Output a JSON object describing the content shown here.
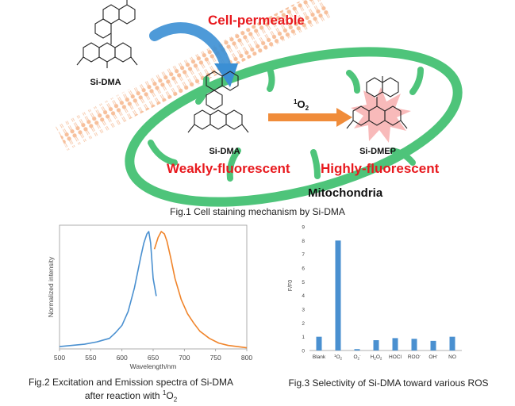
{
  "figure1": {
    "label_cell_permeable": "Cell-permeable",
    "label_weakly": "Weakly-fluorescent",
    "label_highly": "Highly-fluorescent",
    "label_mito": "Mitochondria",
    "reagent_symbol": "1O2",
    "mol_sidma_top": "Si-DMA",
    "mol_sidma_inside": "Si-DMA",
    "mol_sidmep": "Si-DMEP",
    "caption": "Fig.1 Cell staining mechanism by Si-DMA",
    "colors": {
      "red": "#e8191e",
      "green": "#4ec47a",
      "orange": "#f08c3a",
      "membrane": "#f7c8a8",
      "blue_arrow": "#3b8fd4"
    }
  },
  "figure2": {
    "caption_line1": "Fig.2 Excitation and Emission spectra of Si-DMA",
    "caption_line2_prefix": "after reaction with ",
    "caption_line2_sup": "1",
    "caption_line2_rest": "O",
    "caption_line2_sub": "2",
    "chart_data": {
      "type": "line",
      "xlabel": "Wavelength/nm",
      "ylabel": "Normalized intensity",
      "xlim": [
        500,
        800
      ],
      "xticks": [
        "500",
        "550",
        "600",
        "650",
        "700",
        "750",
        "800"
      ],
      "series": [
        {
          "color": "#4a90d0",
          "x": [
            500,
            520,
            540,
            560,
            580,
            590,
            600,
            610,
            620,
            630,
            635,
            640,
            643,
            646,
            650,
            655
          ],
          "y": [
            0.02,
            0.03,
            0.04,
            0.06,
            0.09,
            0.14,
            0.2,
            0.32,
            0.52,
            0.78,
            0.9,
            0.98,
            1.0,
            0.9,
            0.6,
            0.45
          ]
        },
        {
          "color": "#f0842a",
          "x": [
            652,
            658,
            663,
            668,
            672,
            678,
            685,
            695,
            705,
            715,
            725,
            740,
            755,
            770,
            785,
            800
          ],
          "y": [
            0.85,
            0.95,
            1.0,
            0.98,
            0.92,
            0.78,
            0.6,
            0.42,
            0.3,
            0.22,
            0.15,
            0.09,
            0.05,
            0.03,
            0.02,
            0.01
          ]
        }
      ]
    }
  },
  "figure3": {
    "caption": "Fig.3 Selectivity of Si-DMA toward various ROS",
    "chart_data": {
      "type": "bar",
      "ylabel": "F/F0",
      "ylim": [
        0,
        9
      ],
      "yticks": [
        "0",
        "1",
        "2",
        "3",
        "4",
        "5",
        "6",
        "7",
        "8",
        "9"
      ],
      "categories": [
        "Blank",
        "1O2",
        "O2-",
        "H2O2",
        "HOCl",
        "ROO-",
        "OH-",
        "NO"
      ],
      "category_labels": [
        {
          "main": "Blank",
          "sup": "",
          "sub": ""
        },
        {
          "main": "O",
          "sup": "1",
          "sub": "2",
          "pre": true
        },
        {
          "main": "O",
          "sup": "-",
          "sub": "2"
        },
        {
          "main": "H",
          "sup": "",
          "sub": "2",
          "tail": "O",
          "tail_sub": "2"
        },
        {
          "main": "HOCl",
          "sup": "",
          "sub": ""
        },
        {
          "main": "ROO",
          "sup": "-",
          "sub": ""
        },
        {
          "main": "OH",
          "sup": "-",
          "sub": ""
        },
        {
          "main": "NO",
          "sup": "",
          "sub": ""
        }
      ],
      "values": [
        1.0,
        8.0,
        0.1,
        0.75,
        0.9,
        0.85,
        0.7,
        1.0
      ],
      "color": "#4a90d0"
    }
  }
}
